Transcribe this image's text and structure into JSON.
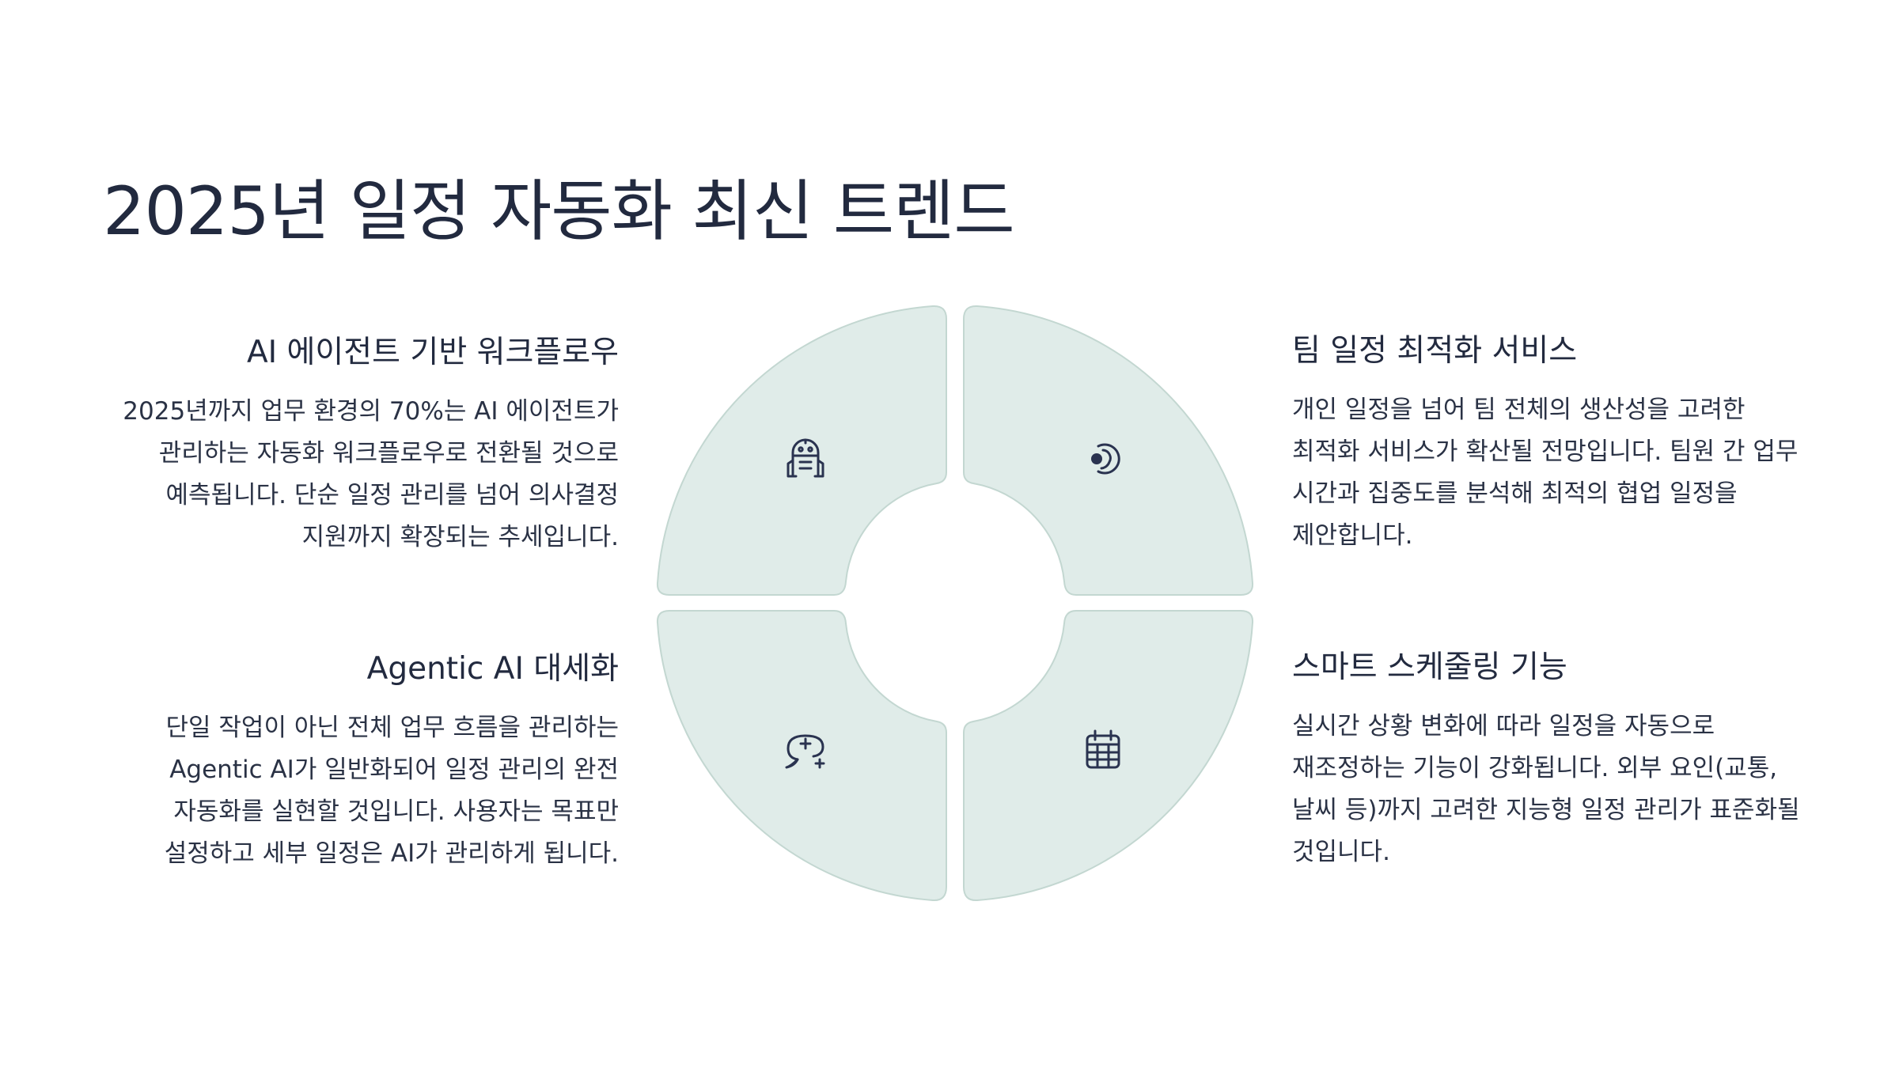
{
  "title": "2025년 일정 자동화 최신 트렌드",
  "sections": {
    "top_left": {
      "heading": "AI 에이전트 기반 워크플로우",
      "body": "2025년까지 업무 환경의 70%는 AI 에이전트가 관리하는 자동화 워크플로우로 전환될 것으로 예측됩니다. 단순 일정 관리를 넘어 의사결정 지원까지 확장되는 추세입니다.",
      "icon": "robot-icon"
    },
    "top_right": {
      "heading": "팀 일정 최적화 서비스",
      "body": "개인 일정을 넘어 팀 전체의 생산성을 고려한 최적화 서비스가 확산될 전망입니다. 팀원 간 업무 시간과 집중도를 분석해 최적의 협업 일정을 제안합니다.",
      "icon": "team-headphones-icon"
    },
    "bottom_left": {
      "heading": "Agentic AI 대세화",
      "body": "단일 작업이 아닌 전체 업무 흐름을 관리하는 Agentic AI가 일반화되어 일정 관리의 완전 자동화를 실현할 것입니다. 사용자는 목표만 설정하고 세부 일정은 AI가 관리하게 됩니다.",
      "icon": "ai-sparkle-chat-icon"
    },
    "bottom_right": {
      "heading": "스마트 스케줄링 기능",
      "body": "실시간 상황 변화에 따라 일정을 자동으로 재조정하는 기능이 강화됩니다. 외부 요인(교통, 날씨 등)까지 고려한 지능형 일정 관리가 표준화될 것입니다.",
      "icon": "calendar-icon"
    }
  },
  "colors": {
    "segment_fill": "#e0ece9",
    "segment_stroke": "#c3d7d1",
    "text": "#222a3f",
    "icon": "#2a3350"
  }
}
